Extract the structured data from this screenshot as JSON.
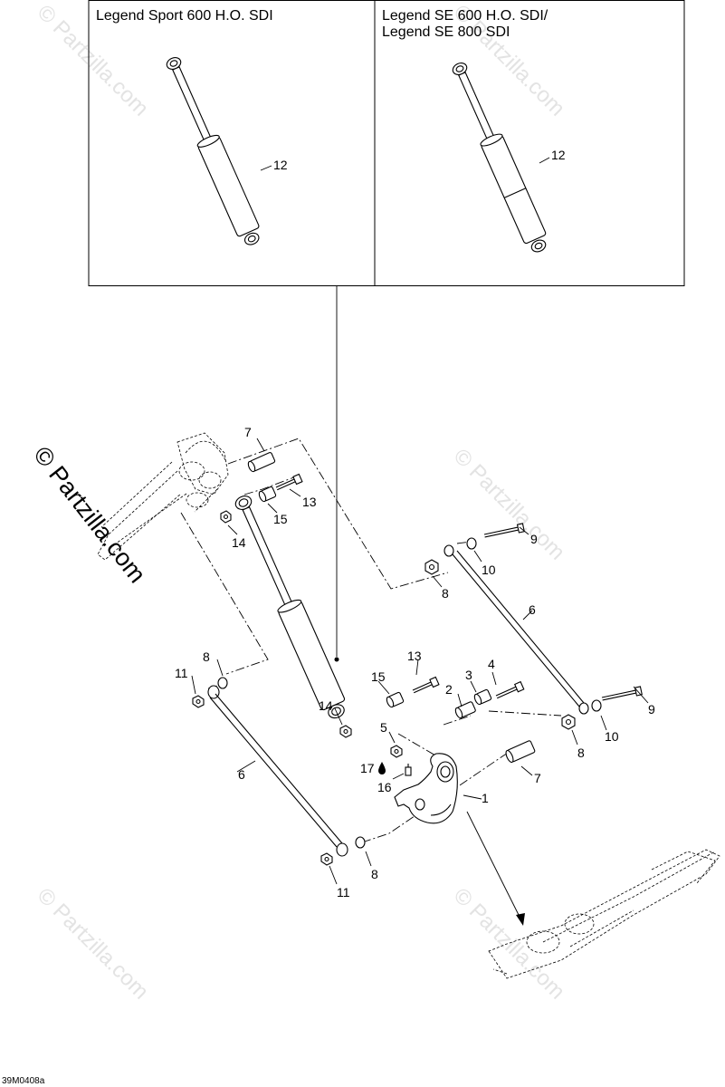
{
  "variant_boxes": [
    {
      "title_lines": [
        "Legend Sport 600 H.O. SDI"
      ],
      "part_callout": "12"
    },
    {
      "title_lines": [
        "Legend SE 600 H.O. SDI/",
        "Legend SE 800 SDI"
      ],
      "part_callout": "12"
    }
  ],
  "callouts": {
    "c1": "1",
    "c2": "2",
    "c3": "3",
    "c4": "4",
    "c5": "5",
    "c6_right": "6",
    "c6_left": "6",
    "c7_top": "7",
    "c7_bottom": "7",
    "c8_top_right": "8",
    "c8_bottom_right": "8",
    "c8_left": "8",
    "c8_bottom_left": "8",
    "c9_top": "9",
    "c9_bottom": "9",
    "c10_top": "10",
    "c10_bottom": "10",
    "c11_left": "11",
    "c11_bottom": "11",
    "c13_top": "13",
    "c13_mid": "13",
    "c14_top": "14",
    "c14_mid": "14",
    "c15_top": "15",
    "c15_mid": "15",
    "c16": "16",
    "c17": "17"
  },
  "watermark": {
    "text": "© Partzilla.com",
    "color_light": "#e3e3e3",
    "color_dark": "#000000"
  },
  "reference_code": "39M0408a",
  "icons": {
    "lubricant": "oil-drop-icon"
  }
}
